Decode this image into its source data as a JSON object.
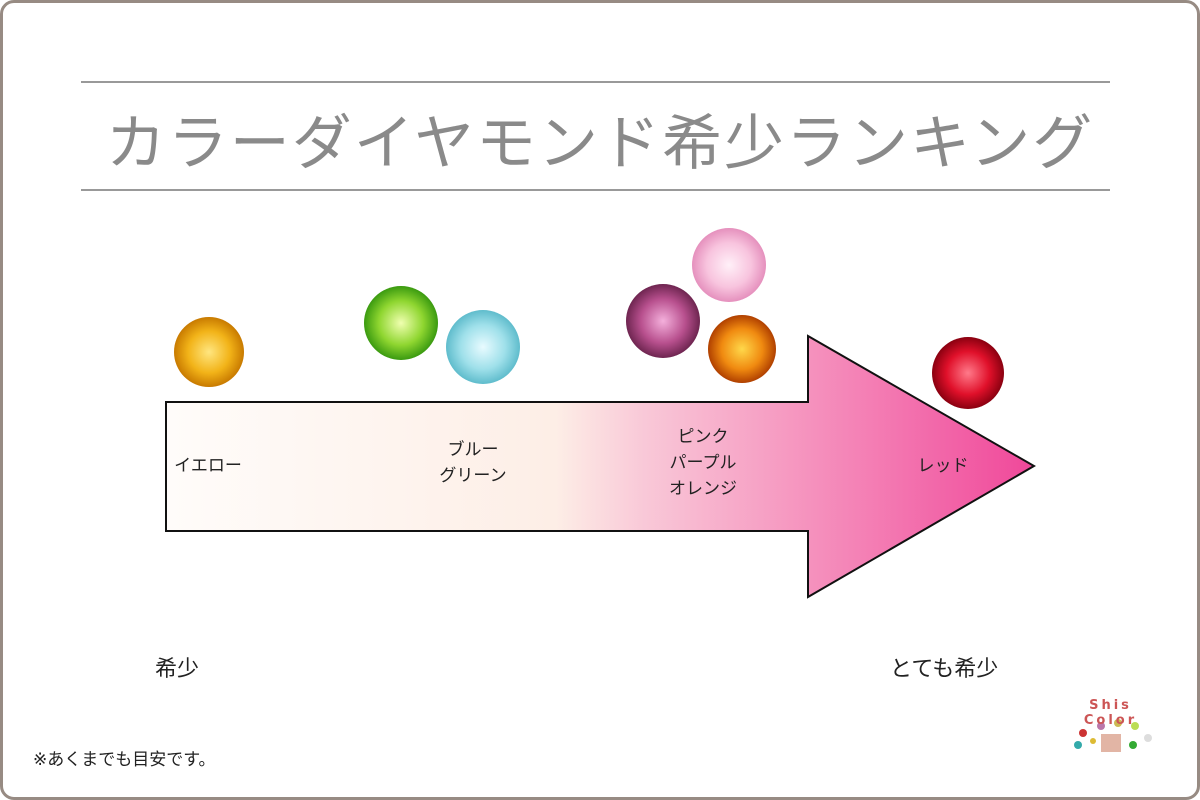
{
  "title": "カラーダイヤモンド希少ランキング",
  "labels": {
    "yellow": "イエロー",
    "blue_green": "ブルー\nグリーン",
    "pink_purple_orange": "ピンク\nパープル\nオレンジ",
    "red": "レッド"
  },
  "scale": {
    "left": "希少",
    "right": "とても希少"
  },
  "note": "※あくまでも目安です。",
  "logo_text": "Shis Color",
  "colors": {
    "arrow_end": "#f0489a",
    "arrow_mid": "#fdeee6",
    "title": "#8a8a8a",
    "border": "#978b83"
  },
  "gems": [
    "yellow",
    "green",
    "blue",
    "purple",
    "pink",
    "orange",
    "red"
  ]
}
